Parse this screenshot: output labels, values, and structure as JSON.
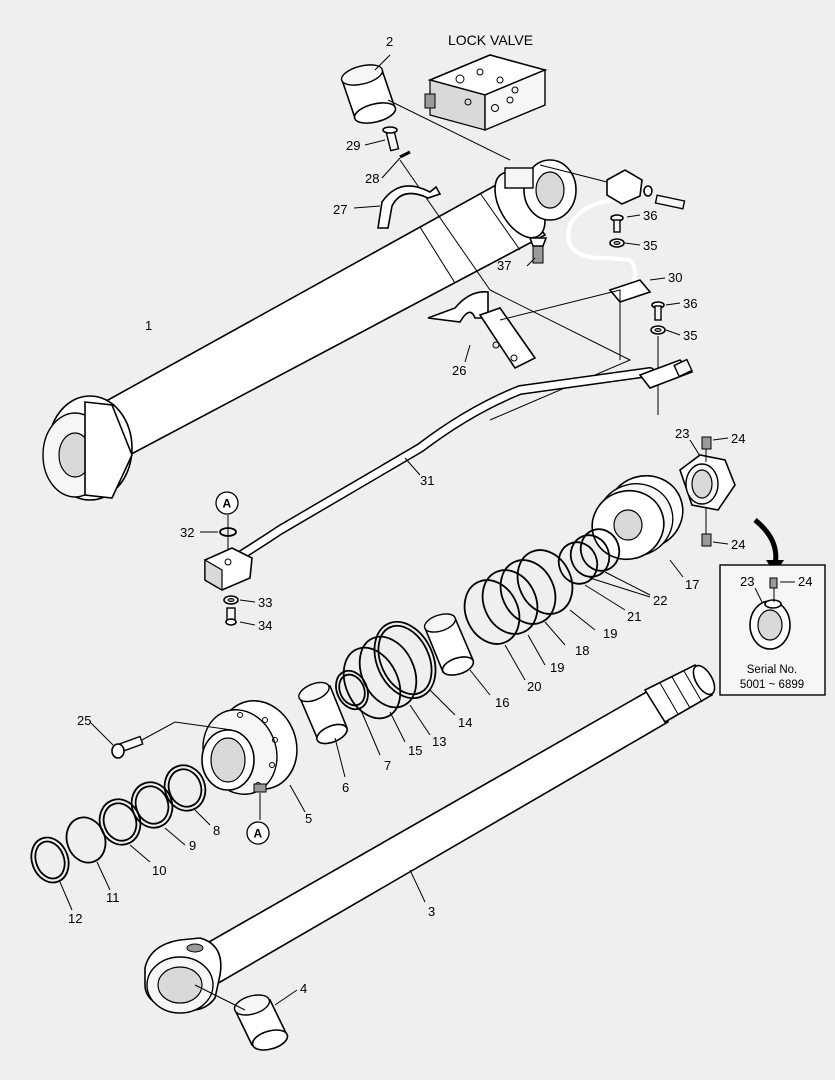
{
  "title": "LOCK VALVE",
  "callouts": {
    "c1": "1",
    "c2": "2",
    "c3": "3",
    "c4": "4",
    "c5": "5",
    "c6": "6",
    "c7": "7",
    "c8": "8",
    "c9": "9",
    "c10": "10",
    "c11": "11",
    "c12": "12",
    "c13": "13",
    "c14": "14",
    "c15": "15",
    "c16": "16",
    "c17": "17",
    "c18": "18",
    "c19a": "19",
    "c19b": "19",
    "c20": "20",
    "c21": "21",
    "c22": "22",
    "c23a": "23",
    "c23b": "23",
    "c24a": "24",
    "c24b": "24",
    "c24c": "24",
    "c25": "25",
    "c26": "26",
    "c27": "27",
    "c28": "28",
    "c29": "29",
    "c30": "30",
    "c31": "31",
    "c32": "32",
    "c33": "33",
    "c34": "34",
    "c35a": "35",
    "c35b": "35",
    "c36a": "36",
    "c36b": "36",
    "c37": "37"
  },
  "ref_marker": "A",
  "inset": {
    "serial_label": "Serial No.",
    "serial_range": "5001 ~ 6899"
  }
}
